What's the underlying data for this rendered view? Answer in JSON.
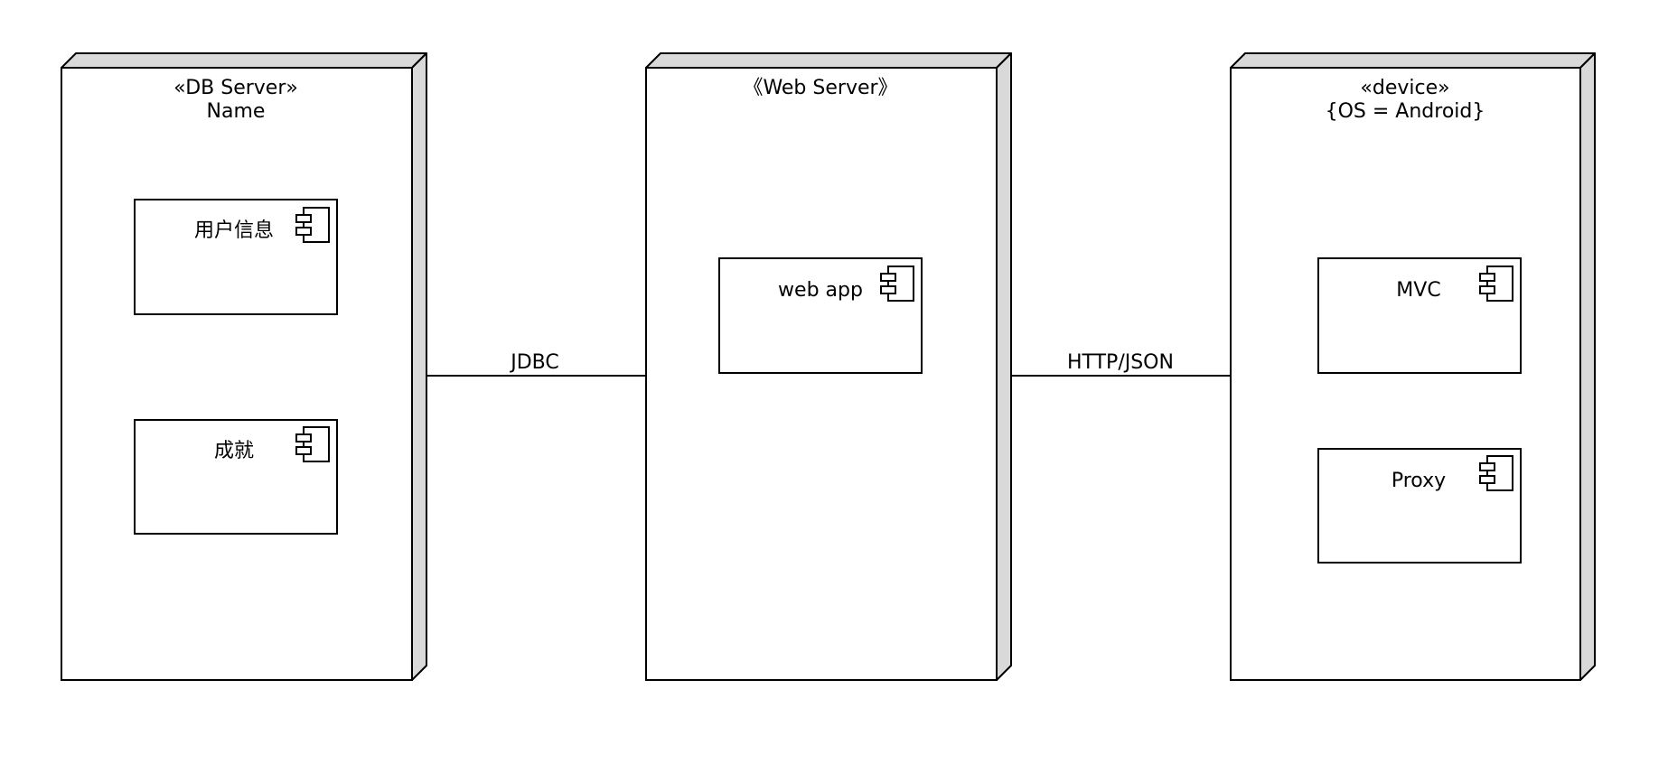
{
  "nodes": {
    "db": {
      "stereotype": "«DB Server»",
      "name": "Name"
    },
    "web": {
      "stereotype": "《Web Server》"
    },
    "device": {
      "stereotype": "«device»",
      "constraint": "{OS = Android}"
    }
  },
  "components": {
    "user_info": "用户信息",
    "achievement": "成就",
    "web_app": "web app",
    "mvc": "MVC",
    "proxy": "Proxy"
  },
  "connectors": {
    "db_web": "JDBC",
    "web_device": "HTTP/JSON"
  },
  "colors": {
    "node_side": "#d9d9d9",
    "line": "#000000",
    "background": "#ffffff"
  },
  "icons": [
    "component-icon"
  ]
}
